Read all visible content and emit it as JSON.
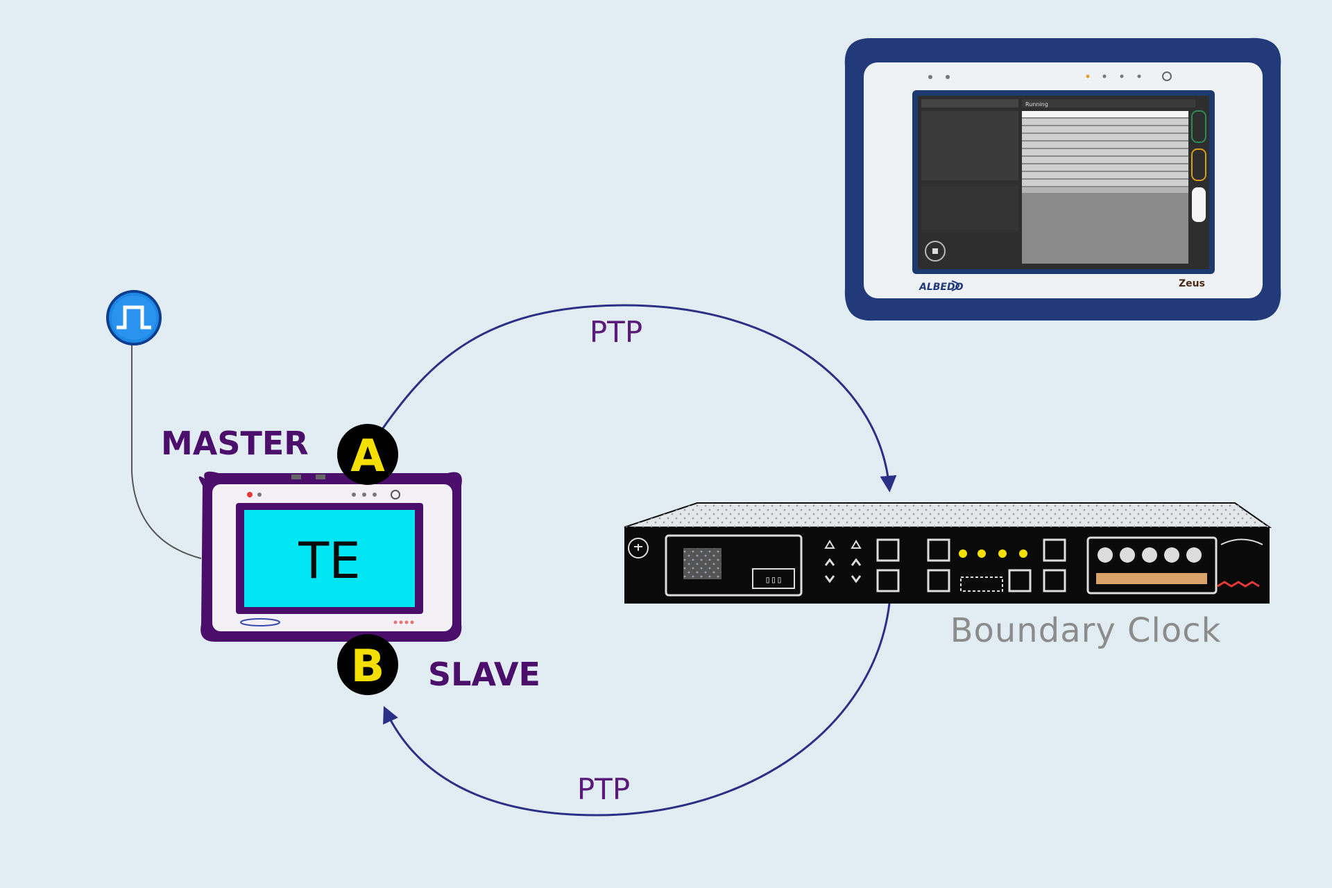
{
  "labels": {
    "master": "MASTER",
    "slave": "SLAVE",
    "te": "TE",
    "port_a": "A",
    "port_b": "B",
    "ptp_top": "PTP",
    "ptp_bottom": "PTP",
    "boundary_clock": "Boundary Clock"
  },
  "tester": {
    "brand": "ALBEDO",
    "model": "Zeus",
    "status": "Running"
  },
  "colors": {
    "background": "#e1ecf3",
    "arrow": "#2b2f86",
    "te_screen": "#00e5f2",
    "te_frame": "#4b0e6b",
    "port_fill": "#000000",
    "port_letter": "#f4e000",
    "clock_icon": "#1e88e5"
  },
  "icons": {
    "signal": "square-pulse-icon"
  }
}
